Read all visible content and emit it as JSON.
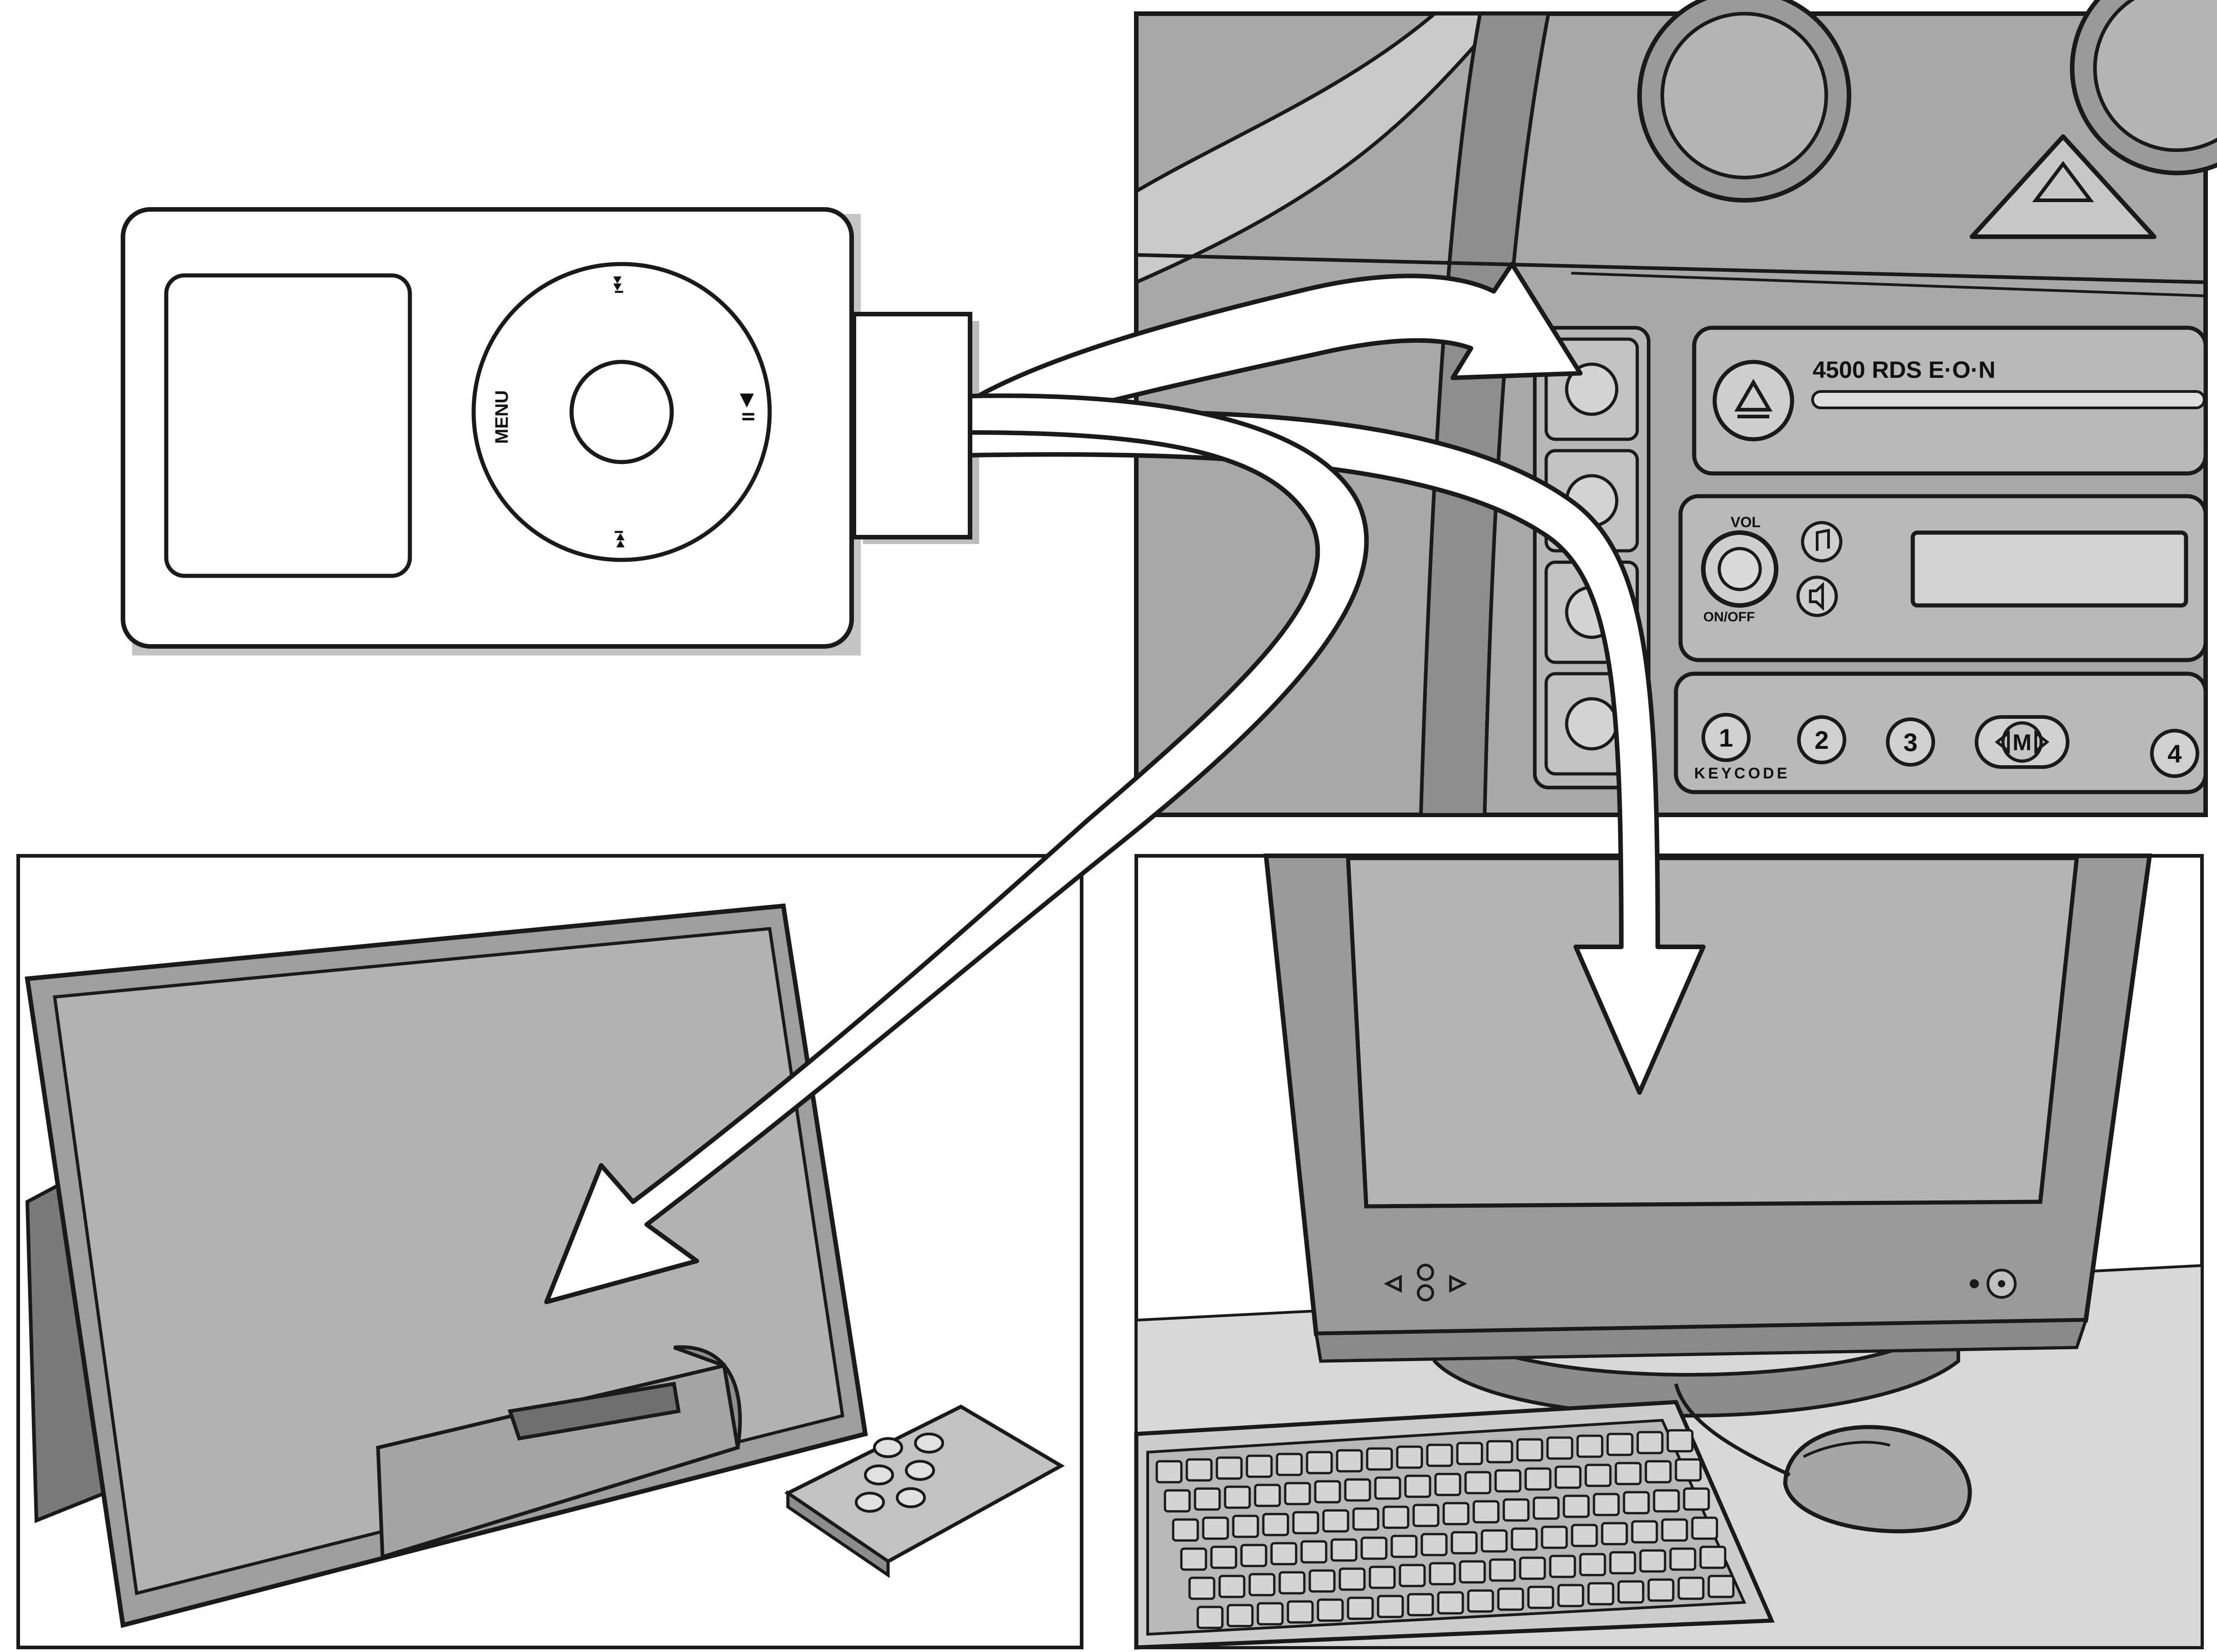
{
  "ipod": {
    "menu_label": "MENU",
    "play_pause_label": "▶ II",
    "next_label": "⏭",
    "prev_label": "⏮"
  },
  "car_radio": {
    "model_label": "4500 RDS E·O·N",
    "vol_label": "VOL",
    "onoff_label": "ON/OFF",
    "keycode_label": "KEYCODE",
    "mode_label": "M",
    "presets": [
      "1",
      "2",
      "3",
      "4"
    ]
  },
  "colors": {
    "panel_bg": "#a6a6a6",
    "panel_dark": "#8a8a8a",
    "panel_light": "#d6d6d6",
    "line": "#1a1a1a",
    "arrow_fill": "#ffffff",
    "background": "#ffffff"
  },
  "icons": [
    "eject-icon",
    "sound-icon",
    "speaker-icon",
    "power-icon",
    "menu-icon",
    "play-pause-icon",
    "next-icon",
    "prev-icon"
  ]
}
